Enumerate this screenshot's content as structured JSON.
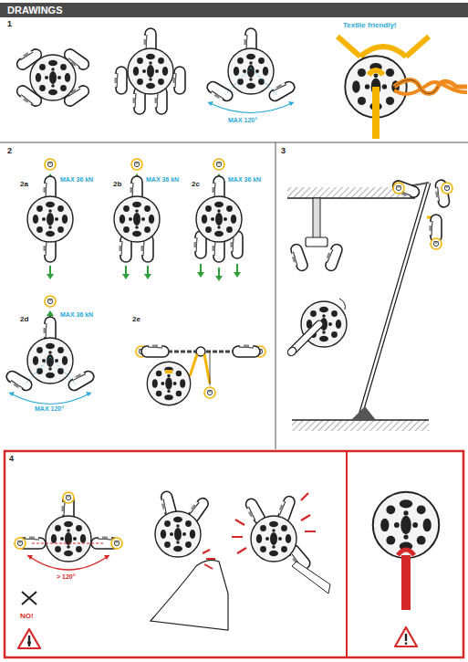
{
  "diagram": {
    "title": "DRAWINGS",
    "labels": [
      "1",
      "Textile friendly!",
      "MAX 120°",
      "2",
      "2a",
      "MAX 36 kN",
      "2b",
      "MAX 36 kN",
      "2c",
      "MAX 36 kN",
      "2d",
      "MAX 36 kN",
      "MAX 120°",
      "2e",
      "3",
      "4",
      "> 120°",
      "NO!"
    ]
  }
}
